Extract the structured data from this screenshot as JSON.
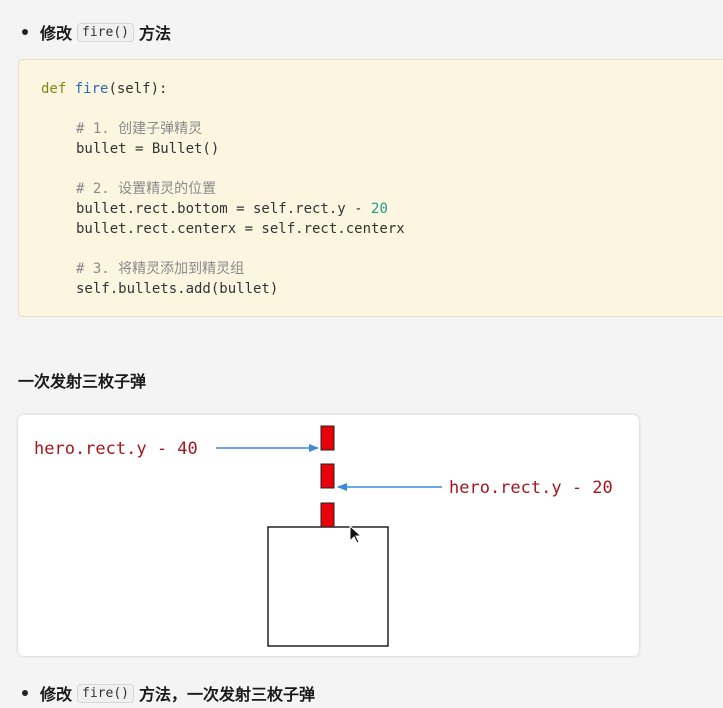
{
  "item1": {
    "prefix": "修改",
    "code": "fire()",
    "suffix": "方法"
  },
  "code_block": {
    "def_kw": "def",
    "fn_name": "fire",
    "signature_rest": "(self):",
    "comment1": "# 1. 创建子弹精灵",
    "line_bullet_create": "bullet = Bullet()",
    "comment2": "# 2. 设置精灵的位置",
    "line_bottom_prefix": "bullet.rect.bottom = self.rect.y - ",
    "line_bottom_number": "20",
    "line_centerx": "bullet.rect.centerx = self.rect.centerx",
    "comment3": "# 3. 将精灵添加到精灵组",
    "line_add": "self.bullets.add(bullet)"
  },
  "section_heading": "一次发射三枚子弹",
  "diagram": {
    "label_left": "hero.rect.y - 40",
    "label_right": "hero.rect.y - 20",
    "colors": {
      "bullet_fill": "#e8000b",
      "arrow": "#3a8ad6",
      "label": "#a5171d"
    }
  },
  "item2": {
    "prefix": "修改",
    "code": "fire()",
    "suffix": "方法，一次发射三枚子弹"
  }
}
